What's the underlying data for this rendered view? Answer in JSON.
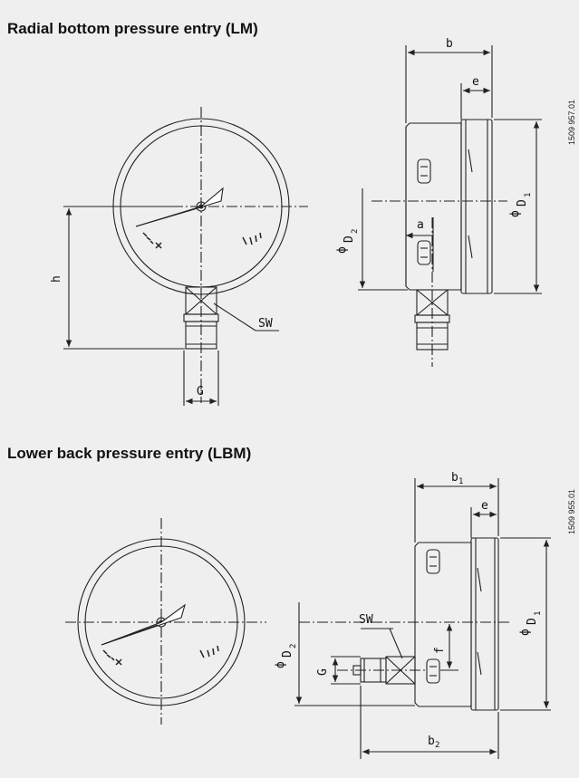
{
  "sections": [
    {
      "title": "Radial bottom pressure entry (LM)",
      "drawing_code": "1509 957.01"
    },
    {
      "title": "Lower back pressure entry (LBM)",
      "drawing_code": "1509 955.01"
    }
  ],
  "labels": {
    "h": "h",
    "G": "G",
    "SW": "SW",
    "b": "b",
    "b1_main": "b",
    "b1_sub": "1",
    "b2_main": "b",
    "b2_sub": "2",
    "e": "e",
    "a": "a",
    "f": "f",
    "D1": "D",
    "D1_sub": "1",
    "D2": "D",
    "D2_sub": "2",
    "phi": "ϕ"
  },
  "colors": {
    "background": "#efefef",
    "line": "#222222",
    "title": "#111111"
  }
}
